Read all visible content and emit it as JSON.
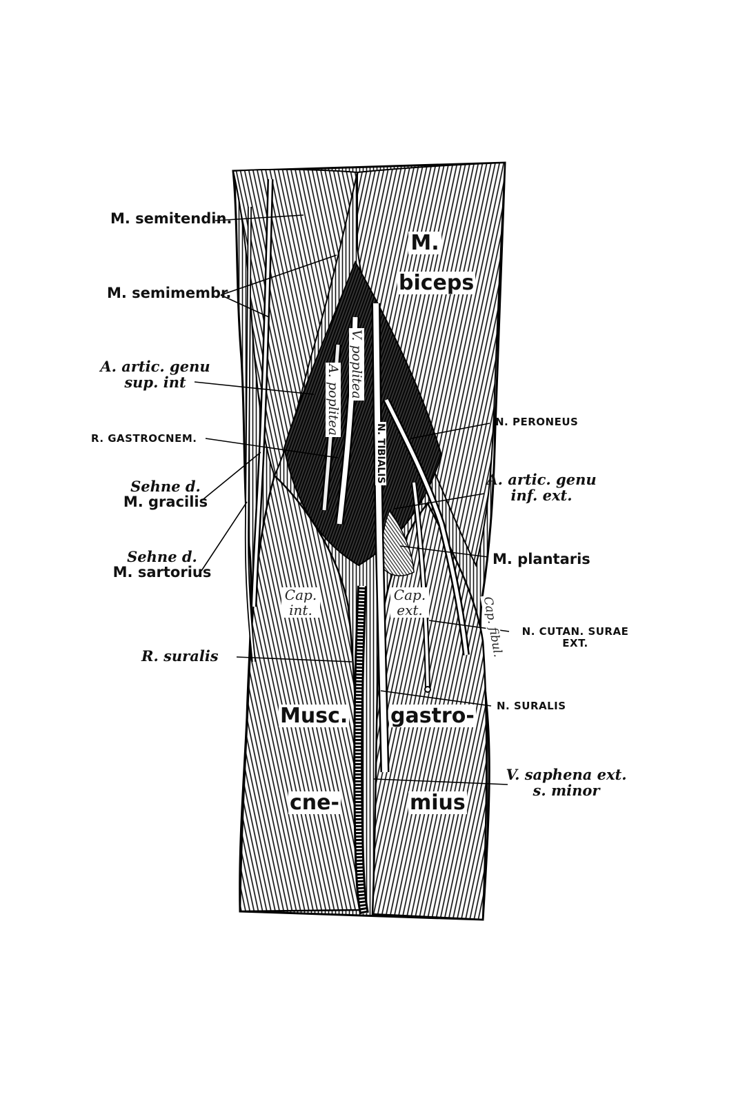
{
  "labels": {
    "semitendin": "M. semitendin.",
    "semimembr": "M. semimembr.",
    "artic_sup_1": "A. artic. genu",
    "artic_sup_2": "sup. int",
    "gastrocnem": "R. GASTROCNEM.",
    "gracilis_1": "Sehne d.",
    "gracilis_2": "M. gracilis",
    "sartorius_1": "Sehne d.",
    "sartorius_2": "M. sartorius",
    "r_suralis": "R. suralis",
    "biceps_1": "M.",
    "biceps_2": "biceps",
    "v_poplitea": "V. poplitea",
    "a_poplitea": "A. poplitea",
    "n_tibialis": "N. TIBIALIS",
    "n_peroneus": "N. PERONEUS",
    "artic_inf_1": "A. artic. genu",
    "artic_inf_2": "inf. ext.",
    "plantaris": "M. plantaris",
    "cap_int_1": "Cap.",
    "cap_int_2": "int.",
    "cap_ext_1": "Cap.",
    "cap_ext_2": "ext.",
    "cap_fibul": "Cap. fibul.",
    "cutan_1": "N. CUTAN. SURAE",
    "cutan_2": "EXT.",
    "n_suralis": "N. SURALIS",
    "musc": "Musc.",
    "gastro": "gastro-",
    "cne": "cne-",
    "mius": "mius",
    "saphena_1": "V. saphena ext.",
    "saphena_2": "s. minor"
  },
  "colors": {
    "ink": "#111111",
    "paper": "#ffffff"
  }
}
